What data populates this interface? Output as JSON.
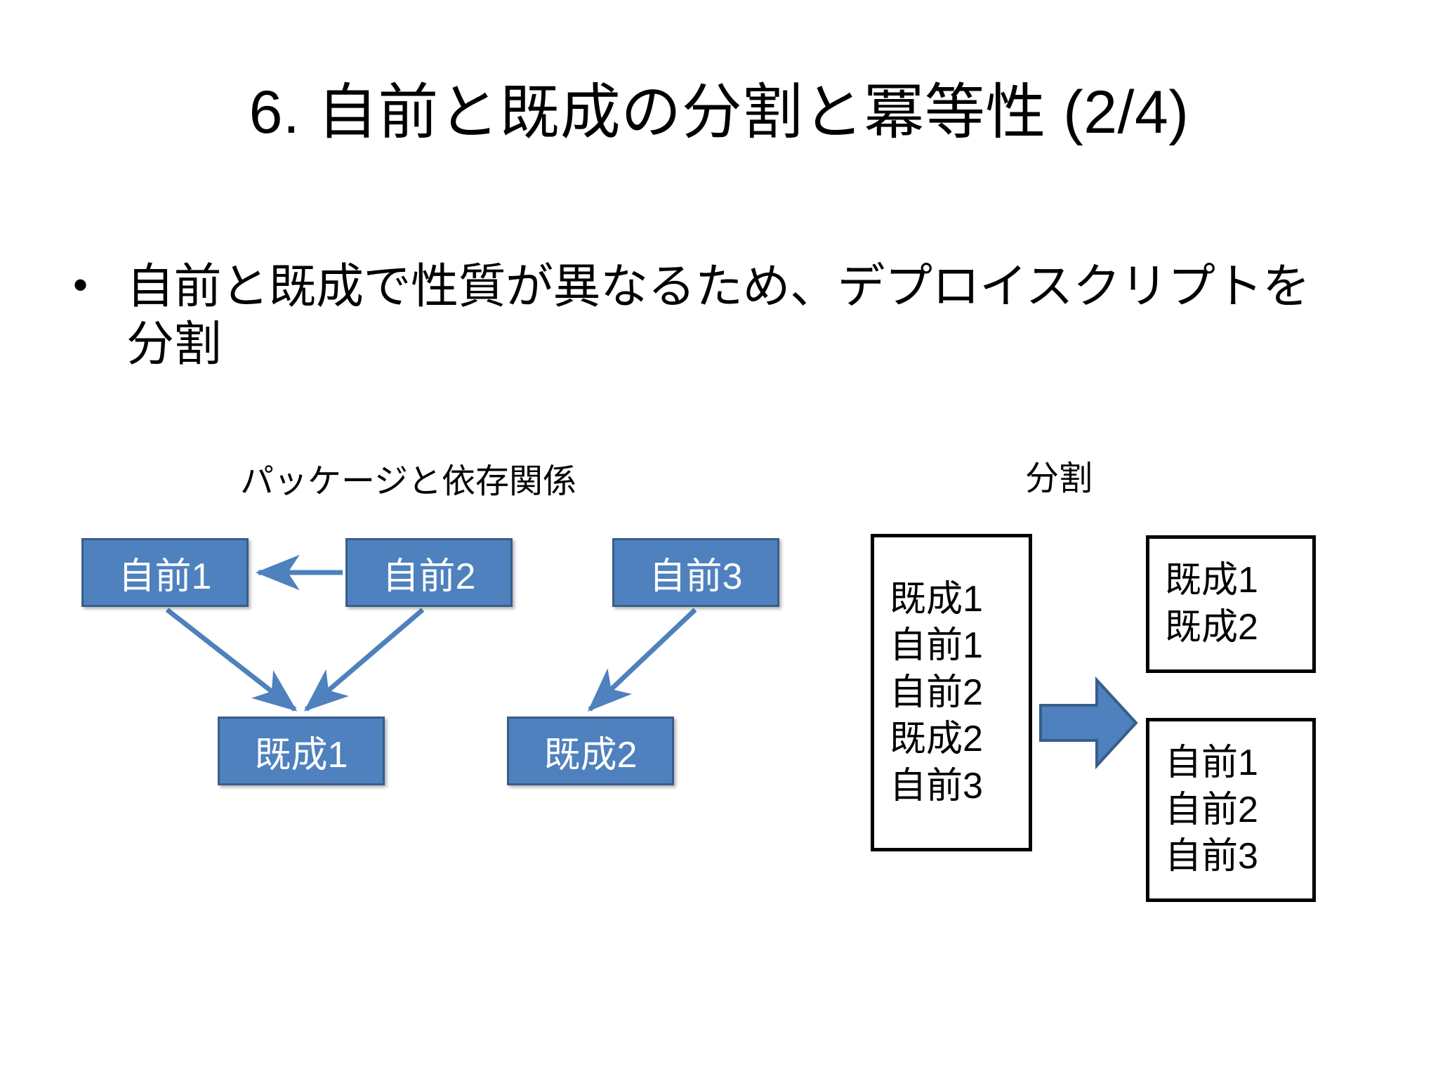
{
  "slide": {
    "title": "6. 自前と既成の分割と冪等性 (2/4)",
    "bullet_marker": "•",
    "bullet_text": "自前と既成で性質が異なるため、デプロイスクリプトを分割"
  },
  "colors": {
    "node_fill": "#4E81BD",
    "node_border": "#385D8A",
    "node_text": "#FFFFFF",
    "arrow_stroke": "#4E81BD",
    "box_border": "#000000",
    "background": "#FFFFFF",
    "text": "#000000"
  },
  "dependency_section": {
    "caption": "パッケージと依存関係",
    "nodes": [
      {
        "id": "jizen1",
        "label": "自前1"
      },
      {
        "id": "jizen2",
        "label": "自前2"
      },
      {
        "id": "jizen3",
        "label": "自前3"
      },
      {
        "id": "kisei1",
        "label": "既成1"
      },
      {
        "id": "kisei2",
        "label": "既成2"
      }
    ],
    "edges": [
      {
        "from": "自前2",
        "to": "自前1"
      },
      {
        "from": "自前1",
        "to": "既成1"
      },
      {
        "from": "自前2",
        "to": "既成1"
      },
      {
        "from": "自前3",
        "to": "既成2"
      }
    ]
  },
  "split_section": {
    "caption": "分割",
    "combined_list": [
      "既成1",
      "自前1",
      "自前2",
      "既成2",
      "自前3"
    ],
    "arrow": "right-block-arrow",
    "result_boxes": [
      {
        "id": "kisei-group",
        "items": [
          "既成1",
          "既成2"
        ]
      },
      {
        "id": "jizen-group",
        "items": [
          "自前1",
          "自前2",
          "自前3"
        ]
      }
    ]
  }
}
